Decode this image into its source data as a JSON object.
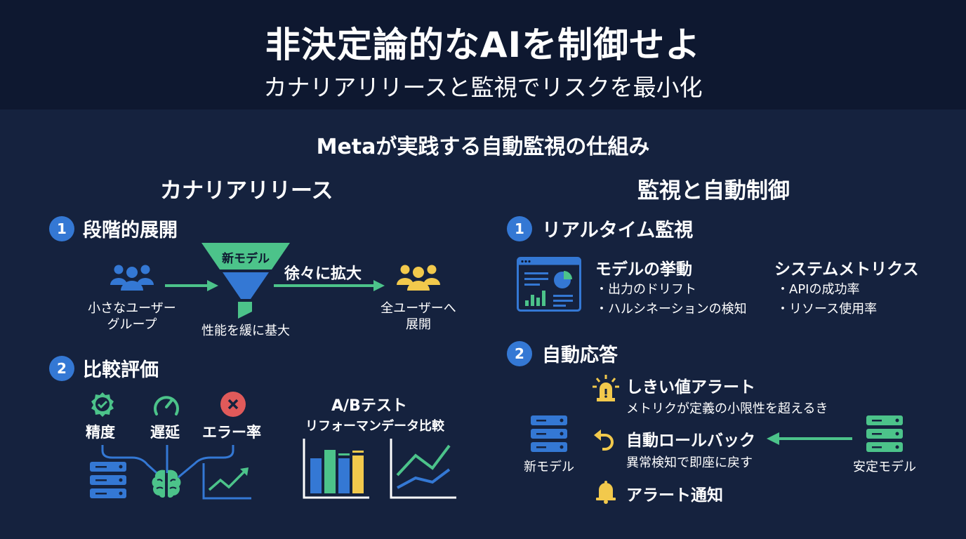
{
  "header": {
    "title": "非決定論的なAIを制御せよ",
    "subtitle": "カナリアリリースと監視でリスクを最小化"
  },
  "section_heading": "Metaが実践する自動監視の仕組み",
  "colors": {
    "header_bg": "#0e1830",
    "body_bg": "#15223e",
    "blue": "#3478d4",
    "green": "#4cc38a",
    "yellow": "#f2c94c",
    "red": "#e05a5a",
    "text": "#ffffff"
  },
  "left": {
    "title": "カナリアリリース",
    "step1": {
      "number": "1",
      "title": "段階的展開",
      "small_group_label_line1": "小さなユーザー",
      "small_group_label_line2": "グループ",
      "funnel_label": "新モデル",
      "funnel_caption": "性能を緩に基大",
      "expand_label": "徐々に拡大",
      "all_users_line1": "全ユーザーへ",
      "all_users_line2": "展開",
      "icons": [
        "users-icon-blue",
        "arrow-right-icon",
        "funnel-icon",
        "arrow-right-icon",
        "users-icon-yellow"
      ]
    },
    "step2": {
      "number": "2",
      "title": "比較評価",
      "metrics": [
        {
          "label": "精度",
          "icon": "badge-check-icon"
        },
        {
          "label": "遅延",
          "icon": "speedometer-icon"
        },
        {
          "label": "エラー率",
          "icon": "error-x-icon"
        }
      ],
      "ab_title": "A/Bテスト",
      "ab_subtitle": "リフォーマンデータ比較",
      "icons": [
        "server-icon",
        "brain-icon",
        "trend-chart-icon",
        "bar-chart-icon",
        "line-chart-icon"
      ]
    }
  },
  "right": {
    "title": "監視と自動制御",
    "step1": {
      "number": "1",
      "title": "リアルタイム監視",
      "groups": [
        {
          "heading": "モデルの挙動",
          "items": [
            "・出力のドリフト",
            "・ハルシネーションの検知"
          ]
        },
        {
          "heading": "システムメトリクス",
          "items": [
            "・APIの成功率",
            "・リソース使用率"
          ]
        }
      ],
      "icon": "dashboard-icon"
    },
    "step2": {
      "number": "2",
      "title": "自動応答",
      "new_model_label": "新モデル",
      "stable_model_label": "安定モデル",
      "actions": [
        {
          "title": "しきい値アラート",
          "desc": "メトリクが定義の小限性を超えるき",
          "icon": "alarm-bell-icon"
        },
        {
          "title": "自動ロールバック",
          "desc": "異常検知で即座に戻す",
          "icon": "undo-arrow-icon"
        },
        {
          "title": "アラート通知",
          "desc": "",
          "icon": "bell-icon"
        }
      ]
    }
  }
}
